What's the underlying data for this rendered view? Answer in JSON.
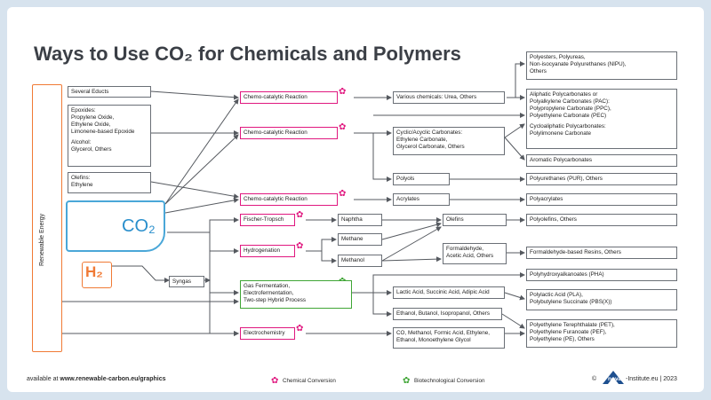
{
  "title": "Ways to Use CO₂ for Chemicals and Polymers",
  "sidebar": {
    "label": "Renewable Energy",
    "co2": "CO₂",
    "h2": "H₂"
  },
  "inputs": {
    "several_educts": "Several Educts",
    "epoxides": [
      "Epoxides:",
      "Propylene Oxide,",
      "Ethylene Oxide,",
      "Limonene-based Epoxide",
      "",
      "Alcohol:",
      "Glycerol, Others"
    ],
    "olefins": [
      "Olefins:",
      "Ethylene"
    ],
    "syngas": "Syngas"
  },
  "processes": {
    "chem1": "Chemo-catalytic Reaction",
    "chem2": "Chemo-catalytic Reaction",
    "chem3": "Chemo-catalytic Reaction",
    "fischer": "Fischer-Tropsch",
    "hydrogenation": "Hydrogenation",
    "gas_ferm": [
      "Gas Fermentation,",
      "Electrofermentation,",
      "Two-step Hybrid Process"
    ],
    "electrochem": "Electrochemistry"
  },
  "intermediates": {
    "various": "Various chemicals: Urea, Others",
    "cyclic": [
      "Cyclic/Acyclic Carbonates:",
      "Ethylene Carbonate,",
      "Glycerol Carbonate, Others"
    ],
    "polyols": "Polyols",
    "acrylates": "Acrylates",
    "naphtha": "Naphtha",
    "methane": "Methane",
    "methanol": "Methanol",
    "olefins": "Olefins",
    "formaldehyde": [
      "Formaldehyde,",
      "Acetic Acid, Others"
    ],
    "lactic": "Lactic Acid, Succinic Acid, Adipic Acid",
    "ethanol": "Ethanol, Butanol, Isopropanol, Others",
    "co_methanol": [
      "CO, Methanol, Formic Acid, Ethylene,",
      "Ethanol, Monoethylene Glycol"
    ]
  },
  "products": {
    "polyesters": [
      "Polyesters, Polyureas,",
      "Non-isocyanate Polyurethanes (NIPU),",
      "Others"
    ],
    "aliphatic": [
      "Aliphatic Polycarbonates or",
      "Polyalkylene Carbonates (PAC):",
      "Polypropylene Carbonate (PPC),",
      "Polyethylene Carbonate (PEC)",
      "",
      "Cycloaliphatic Polycarbonates:",
      "Polylimonene Carbonate"
    ],
    "aromatic": "Aromatic Polycarbonates",
    "pur": "Polyurethanes (PUR), Others",
    "polyacrylates": "Polyacrylates",
    "polyolefins": "Polyolefins, Others",
    "formaldehyde_resins": "Formaldehyde-based Resins, Others",
    "pha": "Polyhydroxyalkanoates (PHA)",
    "pla": [
      "Polylactic Acid (PLA),",
      "Polybutylene Succinate (PBS(X))"
    ],
    "pet": [
      "Polyethylene Terephthalate (PET),",
      "Polyethylene Furanoate (PEF),",
      "Polyethylene (PE), Others"
    ]
  },
  "footer": {
    "available_prefix": "available at",
    "url": "www.renewable-carbon.eu/graphics",
    "legend_chem": "Chemical Conversion",
    "legend_bio": "Biotechnological Conversion",
    "copyright": "©",
    "brand_nova": "nova",
    "brand_rest": "-Institute.eu | 2023"
  },
  "colors": {
    "chem": "#e0187f",
    "bio": "#3fa535",
    "renew": "#f07a35",
    "co2": "#2a8fcc",
    "line": "#55595f"
  },
  "icons": [
    "solar-panel-icon",
    "wind-turbine-icon",
    "hydro-turbine-icon",
    "molecule-icon",
    "gear-icon"
  ]
}
